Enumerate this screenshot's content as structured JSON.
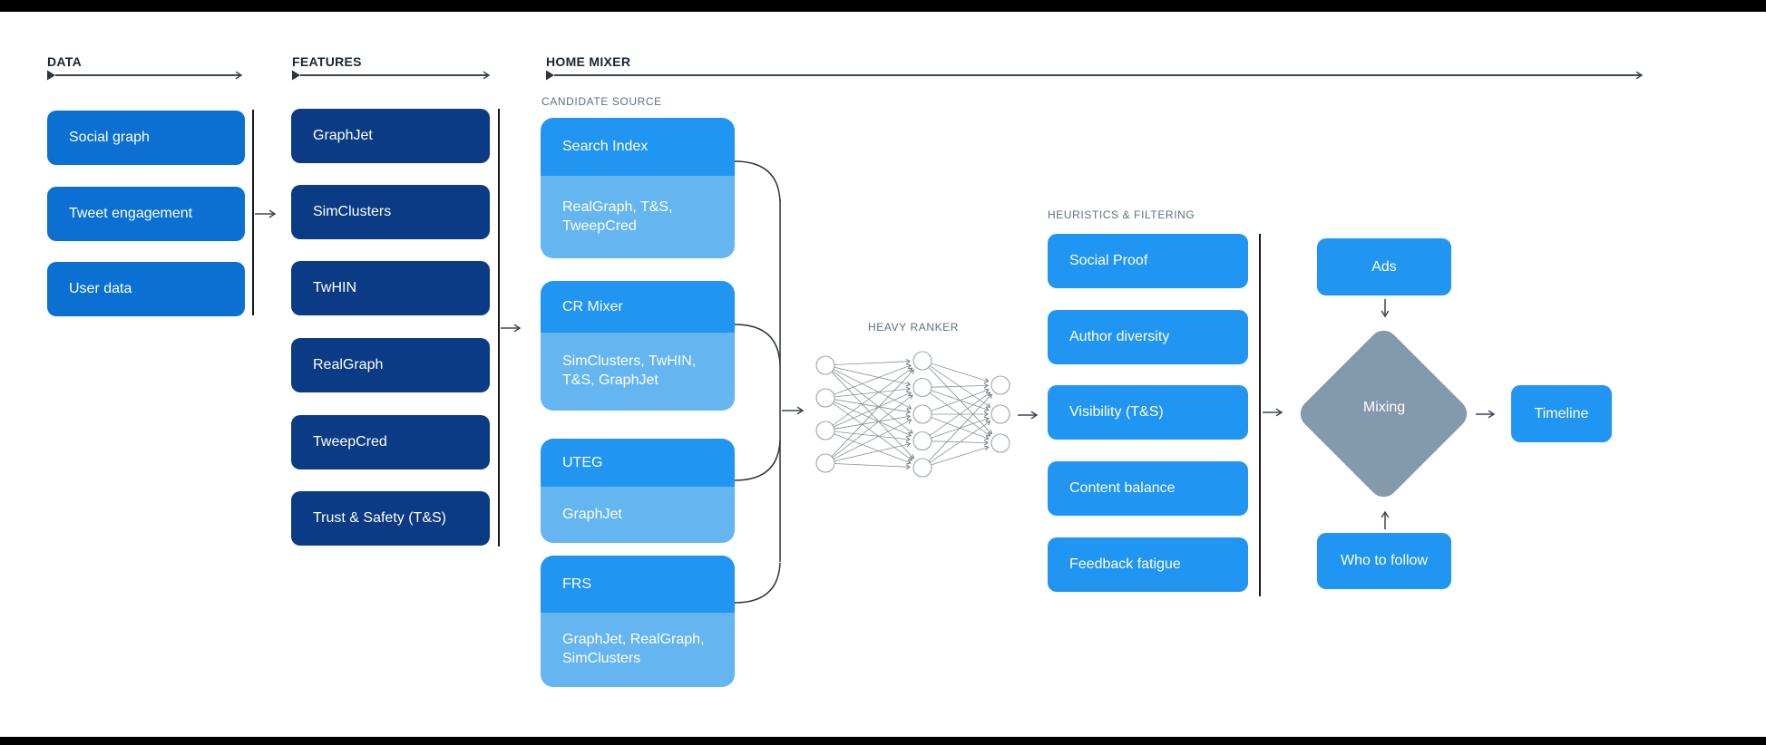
{
  "colors": {
    "data_box": "#0b70d2",
    "feature_box": "#0a3b84",
    "primary_box": "#2095f2",
    "sub_box": "#64b5f0",
    "diamond": "#8399ac",
    "header_text": "#1a2633",
    "label_muted": "#5b7083",
    "line": "#3c4754"
  },
  "headers": {
    "data": "DATA",
    "features": "FEATURES",
    "home_mixer": "HOME MIXER"
  },
  "section_labels": {
    "candidate_source": "CANDIDATE SOURCE",
    "heavy_ranker": "HEAVY RANKER",
    "heuristics": "HEURISTICS & FILTERING"
  },
  "data_column": {
    "items": [
      "Social graph",
      "Tweet engagement",
      "User data"
    ]
  },
  "features_column": {
    "items": [
      "GraphJet",
      "SimClusters",
      "TwHIN",
      "RealGraph",
      "TweepCred",
      "Trust & Safety (T&S)"
    ]
  },
  "candidate_sources": [
    {
      "name": "Search Index",
      "features": "RealGraph, T&S, TweepCred"
    },
    {
      "name": "CR Mixer",
      "features": "SimClusters, TwHIN, T&S, GraphJet"
    },
    {
      "name": "UTEG",
      "features": "GraphJet"
    },
    {
      "name": "FRS",
      "features": "GraphJet, RealGraph, SimClusters"
    }
  ],
  "heavy_ranker": {
    "layers": [
      4,
      5,
      3
    ]
  },
  "heuristics": {
    "items": [
      "Social Proof",
      "Author diversity",
      "Visibility (T&S)",
      "Content balance",
      "Feedback fatigue"
    ]
  },
  "mixing_stage": {
    "ads_label": "Ads",
    "mixing_label": "Mixing",
    "who_to_follow_label": "Who to follow",
    "timeline_label": "Timeline"
  }
}
